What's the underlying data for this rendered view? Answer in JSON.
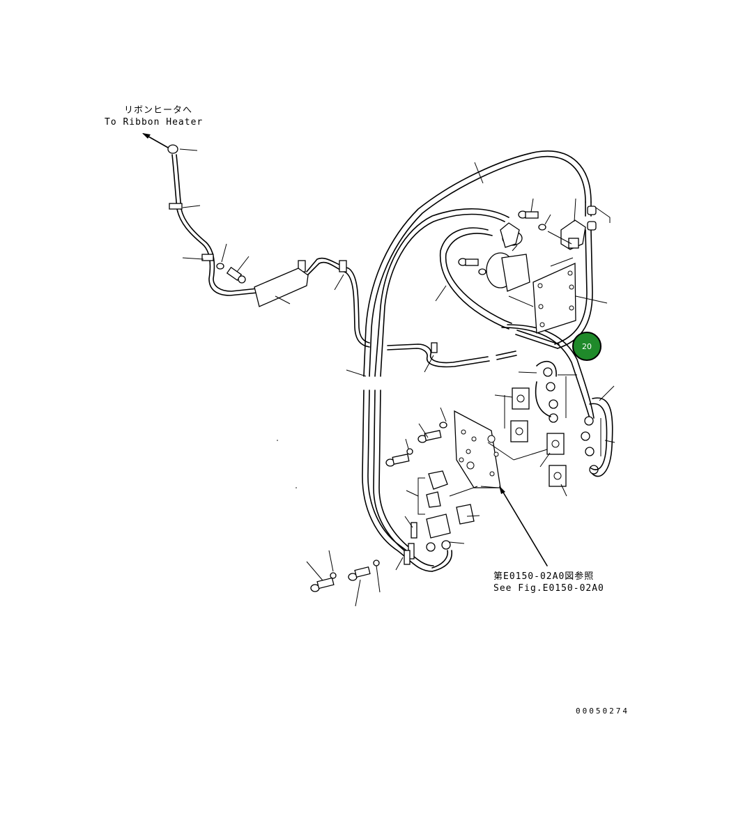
{
  "ribbon_heater_label": {
    "japanese": "リボンヒータへ",
    "english": "To Ribbon Heater"
  },
  "reference_label": {
    "japanese": "第E0150-02A0図参照",
    "english": "See Fig.E0150-02A0"
  },
  "callout": {
    "number": "20",
    "color": "#1f8a2a"
  },
  "drawing_number": "00050274"
}
